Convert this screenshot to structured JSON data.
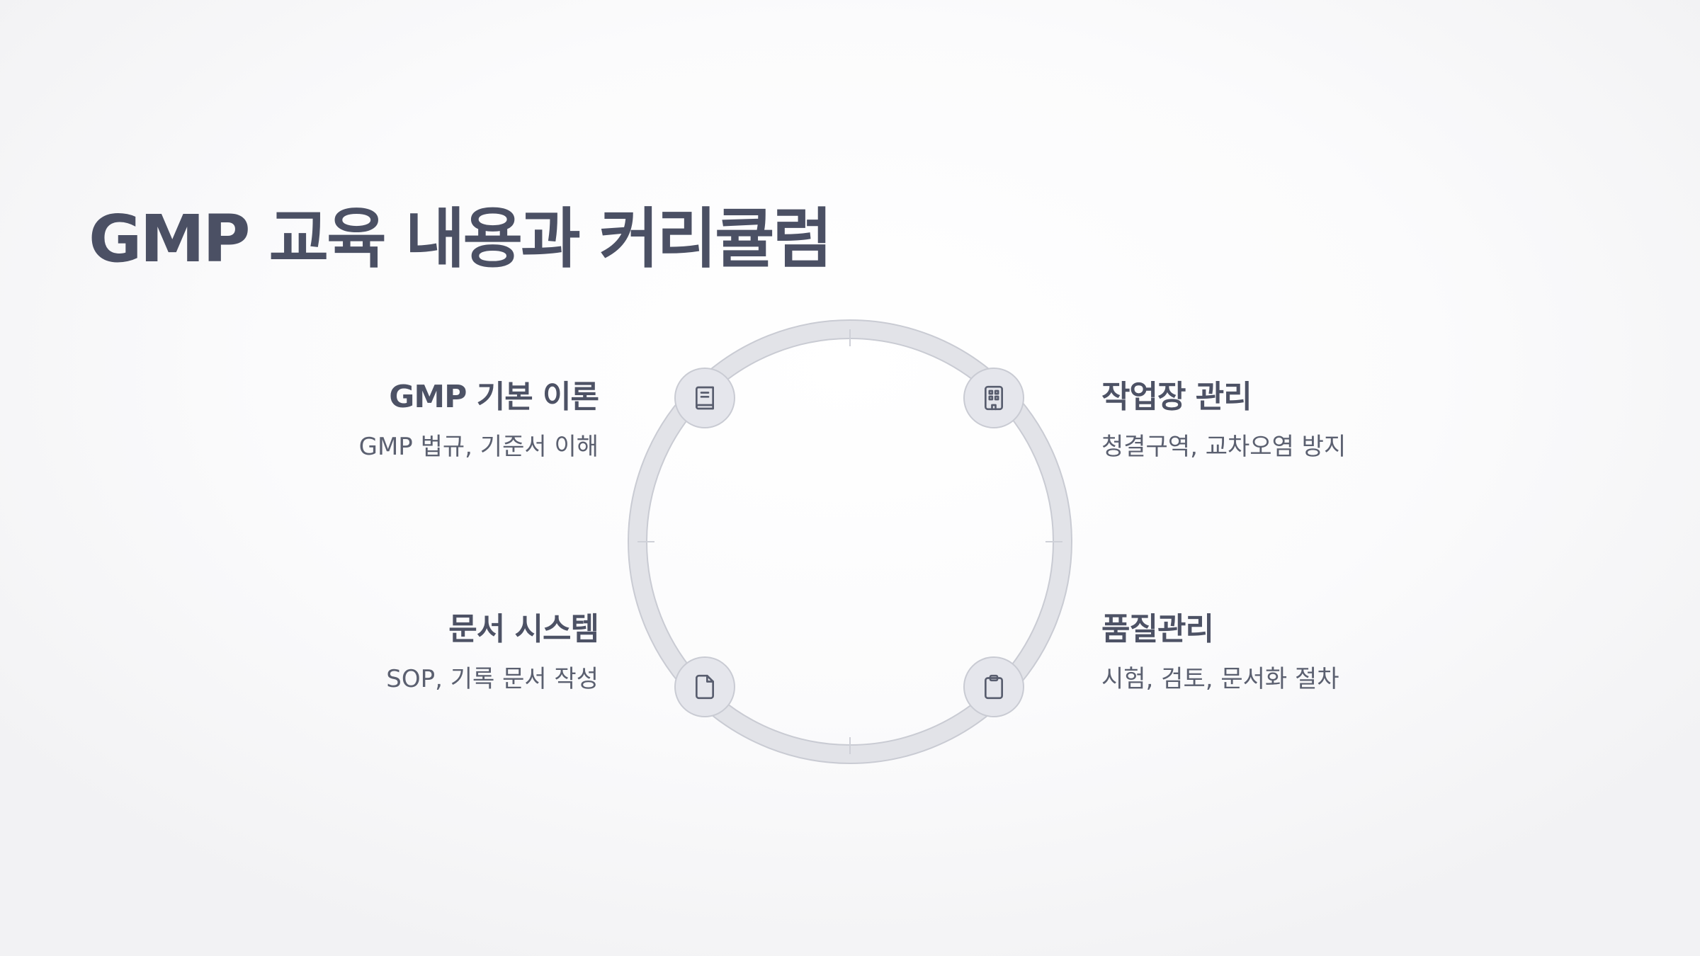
{
  "title": "GMP 교육 내용과 커리큘럼",
  "colors": {
    "title": "#4b5064",
    "ring": "#e2e3e8",
    "ring_border": "#c9cbd3",
    "node_fill": "#e5e6ec",
    "icon": "#585d6e"
  },
  "items": [
    {
      "title": "GMP 기본 이론",
      "desc": "GMP 법규, 기준서 이해",
      "icon": "book-icon"
    },
    {
      "title": "작업장 관리",
      "desc": "청결구역, 교차오염 방지",
      "icon": "building-icon"
    },
    {
      "title": "문서 시스템",
      "desc": "SOP, 기록 문서 작성",
      "icon": "document-icon"
    },
    {
      "title": "품질관리",
      "desc": "시험, 검토, 문서화 절차",
      "icon": "clipboard-icon"
    }
  ]
}
